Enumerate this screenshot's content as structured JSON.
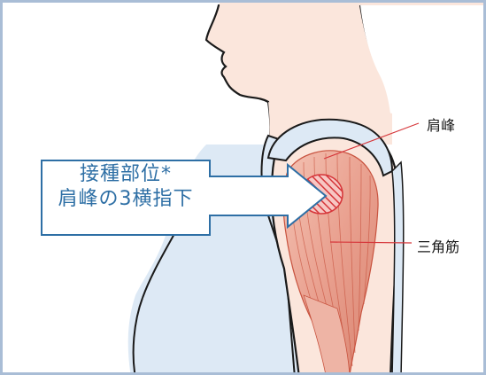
{
  "callout": {
    "line1": "接種部位*",
    "line2": "肩峰の3横指下"
  },
  "labels": {
    "acromion": "肩峰",
    "deltoid": "三角筋"
  },
  "colors": {
    "skin": "#fbe6dc",
    "shirt": "#dde9f5",
    "outline": "#1a1a1a",
    "muscle": "#e9a08f",
    "muscle_dark": "#c8533f",
    "injection_site": "#d6373b",
    "pointer_line": "#d6373b",
    "callout_text": "#2e6fa5",
    "frame": "#a9bdd6"
  }
}
